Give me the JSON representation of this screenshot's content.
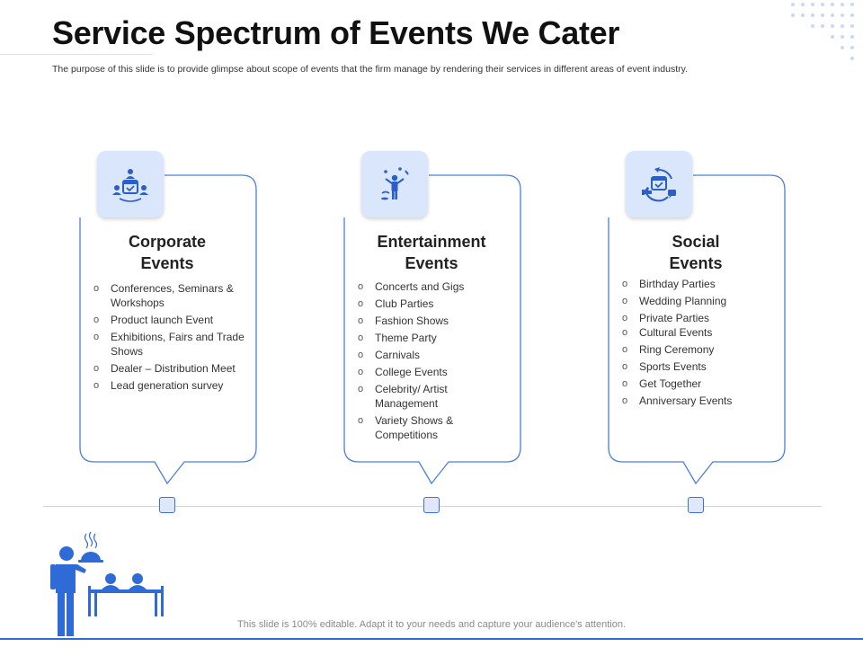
{
  "header": {
    "title": "Service Spectrum of Events We Cater",
    "subtitle": "The purpose of this slide is to provide glimpse about scope of events that the firm manage by rendering their services in different areas of event industry."
  },
  "cards": [
    {
      "icon": "calendar-people-icon",
      "title_line1": "Corporate",
      "title_line2": "Events",
      "items": [
        "Conferences, Seminars & Workshops",
        "Product launch Event",
        "Exhibitions, Fairs and Trade Shows",
        "Dealer – Distribution Meet",
        "Lead generation survey"
      ]
    },
    {
      "icon": "juggler-icon",
      "title_line1": "Entertainment",
      "title_line2": "Events",
      "items": [
        "Concerts and Gigs",
        "Club Parties",
        "Fashion Shows",
        "Theme Party",
        "Carnivals",
        "College Events",
        "Celebrity/ Artist Management",
        "Variety Shows & Competitions"
      ]
    },
    {
      "icon": "calendar-social-icon",
      "title_line1": "Social",
      "title_line2": "Events",
      "items": [
        "Birthday Parties",
        "Wedding Planning",
        "Private Parties",
        "Cultural Events",
        "Ring Ceremony",
        "Sports Events",
        "Get Together",
        "Anniversary Events"
      ]
    }
  ],
  "footer": {
    "text": "This slide is 100% editable. Adapt it to your needs and capture your audience's attention."
  },
  "colors": {
    "accent": "#2f6bd6",
    "icon_bg": "#d9e6fb",
    "card_border": "#4a7fd9"
  }
}
